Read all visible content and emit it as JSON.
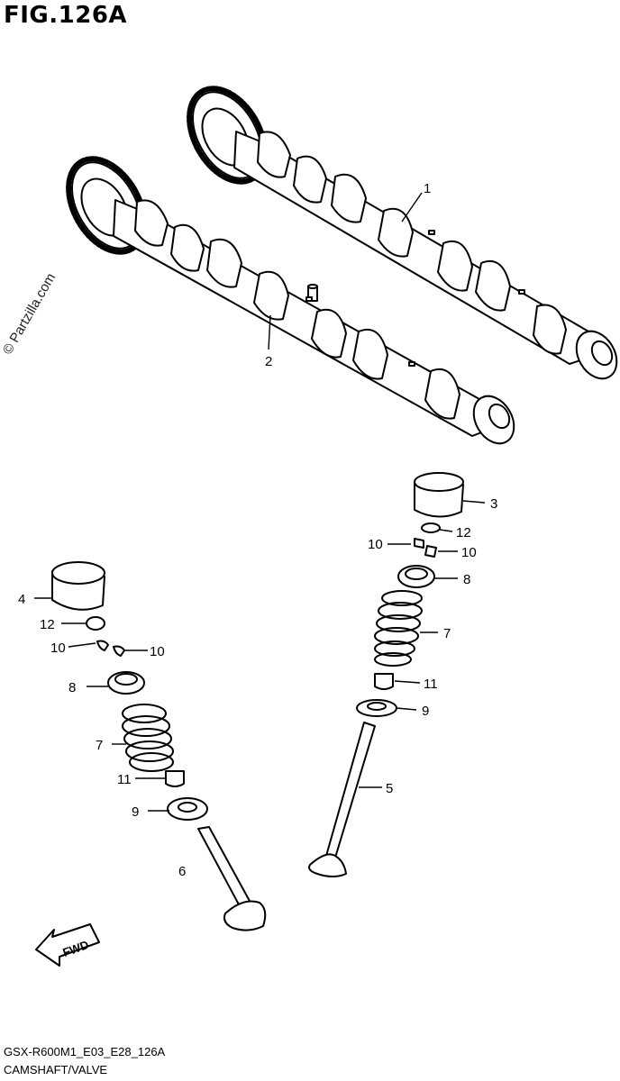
{
  "title": "FIG.126A",
  "watermark": "© Partzilla.com",
  "footer": {
    "code": "GSX-R600M1_E03_E28_126A",
    "name": "CAMSHAFT/VALVE"
  },
  "fwd_label": "FWD",
  "callouts": {
    "c1": "1",
    "c2": "2",
    "c3": "3",
    "c4": "4",
    "c5": "5",
    "c6": "6",
    "c7a": "7",
    "c7b": "7",
    "c8a": "8",
    "c8b": "8",
    "c9a": "9",
    "c9b": "9",
    "c10a": "10",
    "c10b": "10",
    "c10c": "10",
    "c10d": "10",
    "c11a": "11",
    "c11b": "11",
    "c12a": "12",
    "c12b": "12"
  }
}
